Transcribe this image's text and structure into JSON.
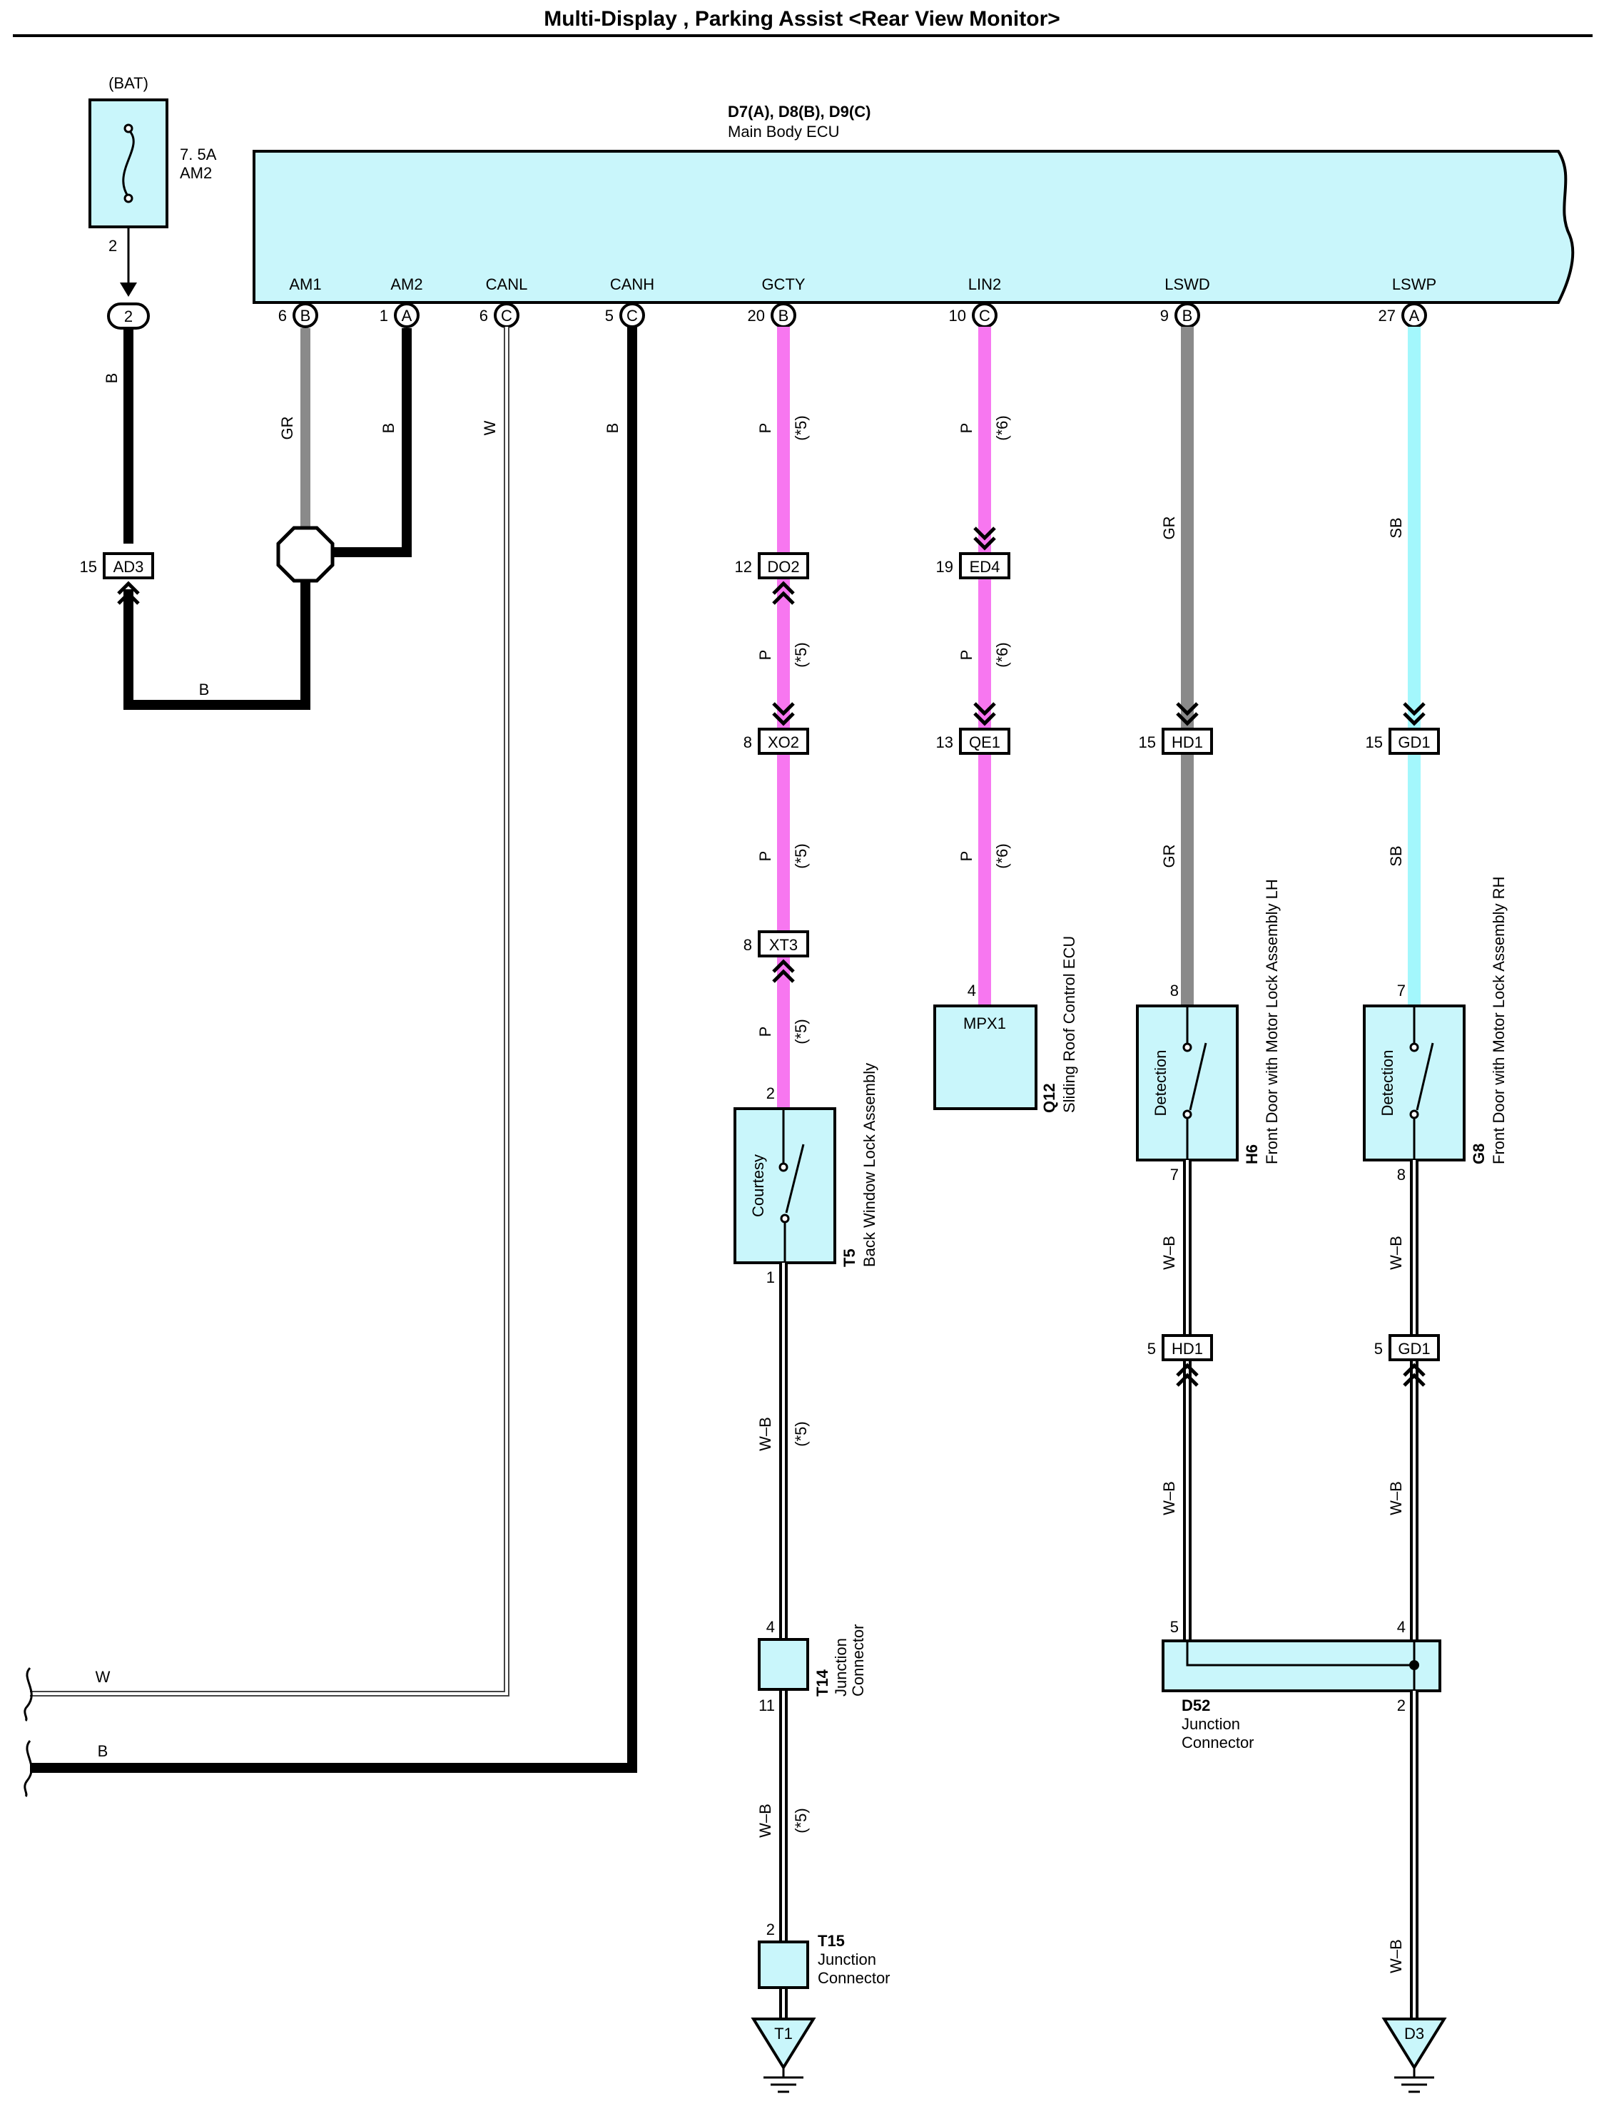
{
  "title": "Multi-Display , Parking Assist <Rear View Monitor>",
  "colors": {
    "body_fill": "#c9f6fb",
    "pink": "#f777f0",
    "gray": "#8a8a8a",
    "cyan": "#a3f7fc",
    "black": "#000000"
  },
  "fuse": {
    "supply": "(BAT)",
    "rating": "7. 5A",
    "name": "AM2",
    "pin": "2",
    "junction_pin": "2"
  },
  "ecu": {
    "connectors": "D7(A), D8(B), D9(C)",
    "name": "Main Body ECU",
    "terminals": [
      {
        "name": "AM1",
        "pin": "6",
        "conn": "B"
      },
      {
        "name": "AM2",
        "pin": "1",
        "conn": "A"
      },
      {
        "name": "CANL",
        "pin": "6",
        "conn": "C"
      },
      {
        "name": "CANH",
        "pin": "5",
        "conn": "C"
      },
      {
        "name": "GCTY",
        "pin": "20",
        "conn": "B"
      },
      {
        "name": "LIN2",
        "pin": "10",
        "conn": "C"
      },
      {
        "name": "LSWD",
        "pin": "9",
        "conn": "B"
      },
      {
        "name": "LSWP",
        "pin": "27",
        "conn": "A"
      }
    ]
  },
  "wire_colors": {
    "b": "B",
    "gr": "GR",
    "w": "W",
    "p": "P",
    "sb": "SB",
    "wb": "W–B"
  },
  "notes": {
    "n5": "(*5)",
    "n6": "(*6)"
  },
  "connectors": {
    "ad3": {
      "name": "AD3",
      "pin": "15"
    },
    "do2": {
      "name": "DO2",
      "pin": "12"
    },
    "xo2": {
      "name": "XO2",
      "pin": "8"
    },
    "xt3": {
      "name": "XT3",
      "pin": "8"
    },
    "ed4": {
      "name": "ED4",
      "pin": "19"
    },
    "qe1": {
      "name": "QE1",
      "pin": "13"
    },
    "hd1_top": {
      "name": "HD1",
      "pin": "15"
    },
    "gd1_top": {
      "name": "GD1",
      "pin": "15"
    },
    "hd1_bot": {
      "name": "HD1",
      "pin": "5"
    },
    "gd1_bot": {
      "name": "GD1",
      "pin": "5"
    }
  },
  "components": {
    "t5": {
      "code": "T5",
      "name": "Back Window Lock Assembly",
      "switch": "Courtesy",
      "pin_in": "2",
      "pin_out": "1"
    },
    "q12": {
      "code": "Q12",
      "name": "Sliding Roof Control ECU",
      "terminal": "MPX1",
      "pin": "4"
    },
    "h6": {
      "code": "H6",
      "name": "Front Door with Motor Lock Assembly LH",
      "switch": "Detection",
      "pin_in": "8",
      "pin_out": "7"
    },
    "g8": {
      "code": "G8",
      "name": "Front Door with Motor Lock Assembly RH",
      "switch": "Detection",
      "pin_in": "7",
      "pin_out": "8"
    },
    "t14": {
      "code": "T14",
      "name1": "Junction",
      "name2": "Connector",
      "pin_in": "4",
      "pin_out": "11"
    },
    "t15": {
      "code": "T15",
      "name1": "Junction",
      "name2": "Connector",
      "pin_in": "2"
    },
    "d52": {
      "code": "D52",
      "name1": "Junction",
      "name2": "Connector",
      "pin_a": "5",
      "pin_b": "4",
      "pin_out": "2"
    }
  },
  "grounds": {
    "t1": "T1",
    "d3": "D3"
  }
}
